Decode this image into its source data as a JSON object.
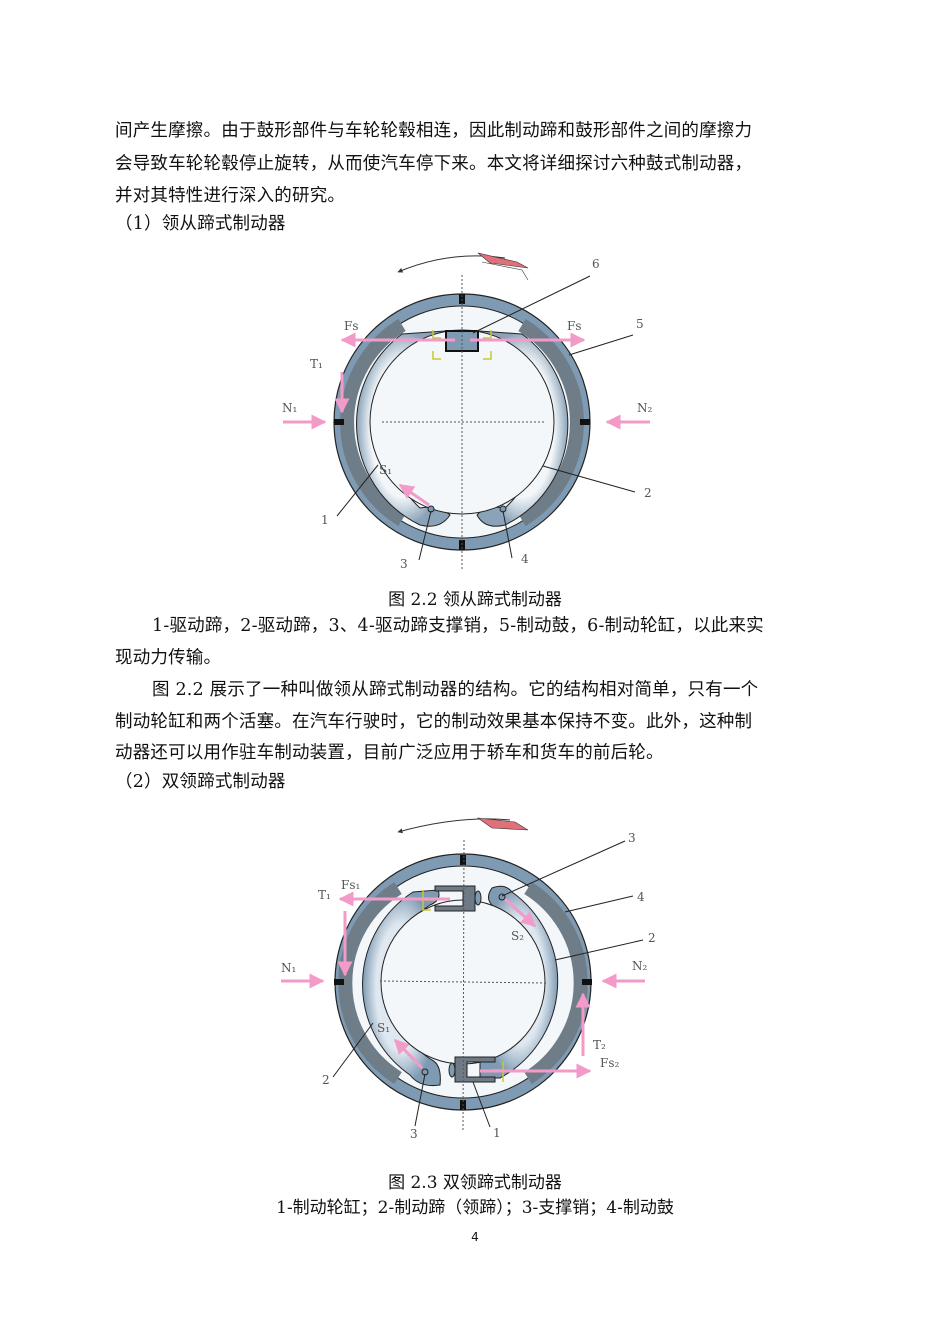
{
  "paragraph_intro": {
    "lines": [
      "间产生摩擦。由于鼓形部件与车轮轮毂相连，因此制动蹄和鼓形部件之间的摩擦力",
      "会导致车轮轮毂停止旋转，从而使汽车停下来。本文将详细探讨六种鼓式制动器，",
      "并对其特性进行深入的研究。"
    ]
  },
  "section1": {
    "heading": "（1）领从蹄式制动器",
    "figure": {
      "caption": "图 2.2 领从蹄式制动器",
      "labels": {
        "fs_left": "Fs",
        "fs_right": "Fs",
        "t1": "T₁",
        "n1": "N₁",
        "n2": "N₂",
        "s1": "S₁",
        "n_1": "1",
        "n_2": "2",
        "n_3": "3",
        "n_4": "4",
        "n_5": "5",
        "n_6": "6"
      }
    },
    "legend_lines": [
      "1-驱动蹄，2-驱动蹄，3、4-驱动蹄支撑销，5-制动鼓，6-制动轮缸，以此来实",
      "现动力传输。"
    ],
    "body_lines": [
      "图 2.2 展示了一种叫做领从蹄式制动器的结构。它的结构相对简单，只有一个",
      "制动轮缸和两个活塞。在汽车行驶时，它的制动效果基本保持不变。此外，这种制",
      "动器还可以用作驻车制动装置，目前广泛应用于轿车和货车的前后轮。"
    ]
  },
  "section2": {
    "heading": "（2）双领蹄式制动器",
    "figure": {
      "caption": "图 2.3 双领蹄式制动器",
      "legend": "1-制动轮缸；2-制动蹄（领蹄）；3-支撑销；4-制动鼓",
      "labels": {
        "fs1": "Fs₁",
        "fs2": "Fs₂",
        "t1": "T₁",
        "t2": "T₂",
        "n1": "N₁",
        "n2": "N₂",
        "s1": "S₁",
        "s2": "S₂",
        "n_1": "1",
        "n_2a": "2",
        "n_2b": "2",
        "n_3a": "3",
        "n_3b": "3",
        "n_4": "4"
      }
    }
  },
  "page_number": "4",
  "colors": {
    "drum": "#7f9bb3",
    "lining": "#6f7d88",
    "shoe_light": "#e6eef5",
    "shoe_dark": "#8aa3b8",
    "force_arrow": "#f29bc9",
    "direction_marker": "#e0707a",
    "cylinder": "#6e7a85",
    "spring": "#c8c832"
  }
}
